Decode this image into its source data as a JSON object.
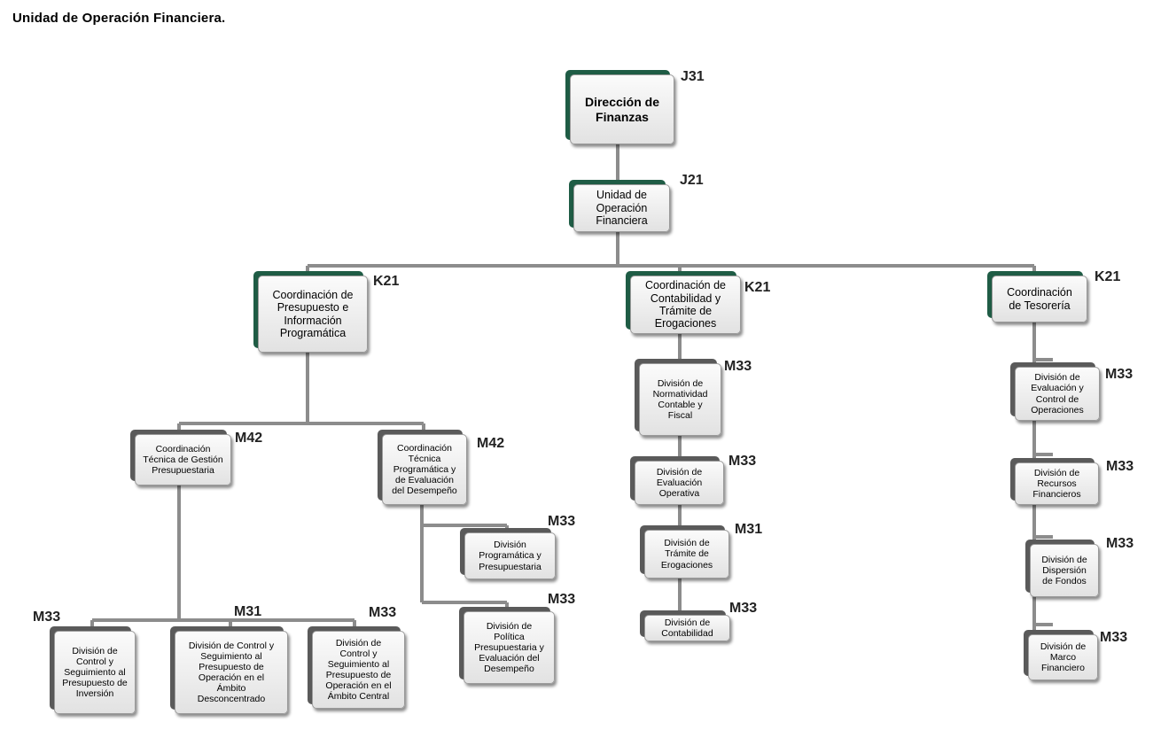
{
  "title": "Unidad de Operación Financiera.",
  "nodes": {
    "direccion": {
      "label": "Dirección de\nFinanzas",
      "code": "J31"
    },
    "unidad": {
      "label": "Unidad de\nOperación\nFinanciera",
      "code": "J21"
    },
    "coord_presupuesto": {
      "label": "Coordinación de\nPresupuesto e\nInformación\nProgramática",
      "code": "K21"
    },
    "coord_contabilidad": {
      "label": "Coordinación de\nContabilidad y\nTrámite de\nErogaciones",
      "code": "K21"
    },
    "coord_tesoreria": {
      "label": "Coordinación\nde Tesorería",
      "code": "K21"
    },
    "ct_gestion": {
      "label": "Coordinación\nTécnica de Gestión\nPresupuestaria",
      "code": "M42"
    },
    "ct_programatica": {
      "label": "Coordinación\nTécnica\nProgramática y\nde Evaluación\ndel Desempeño",
      "code": "M42"
    },
    "div_programatica": {
      "label": "División\nProgramática y\nPresupuestaria",
      "code": "M33"
    },
    "div_politica": {
      "label": "División de\nPolítica\nPresupuestaria y\nEvaluación del\nDesempeño",
      "code": "M33"
    },
    "div_inversion": {
      "label": "División de\nControl y\nSeguimiento al\nPresupuesto de\nInversión",
      "code": "M33"
    },
    "div_desconcentrado": {
      "label": "División de Control y\nSeguimiento al\nPresupuesto de\nOperación en el\nÁmbito\nDesconcentrado",
      "code": "M31"
    },
    "div_central": {
      "label": "División de\nControl y\nSeguimiento al\nPresupuesto de\nOperación en el\nÁmbito Central",
      "code": "M33"
    },
    "div_normatividad": {
      "label": "División de\nNormatividad\nContable y\nFiscal",
      "code": "M33"
    },
    "div_eval_operativa": {
      "label": "División de\nEvaluación\nOperativa",
      "code": "M33"
    },
    "div_tramite": {
      "label": "División de\nTrámite de\nErogaciones",
      "code": "M31"
    },
    "div_contabilidad": {
      "label": "División de\nContabilidad",
      "code": "M33"
    },
    "div_eval_control": {
      "label": "División de\nEvaluación  y\nControl de\nOperaciones",
      "code": "M33"
    },
    "div_recursos": {
      "label": "División de\nRecursos\nFinancieros",
      "code": "M33"
    },
    "div_dispersion": {
      "label": "División de\nDispersión\nde Fondos",
      "code": "M33"
    },
    "div_marco": {
      "label": "División de\nMarco\nFinanciero",
      "code": "M33"
    }
  }
}
